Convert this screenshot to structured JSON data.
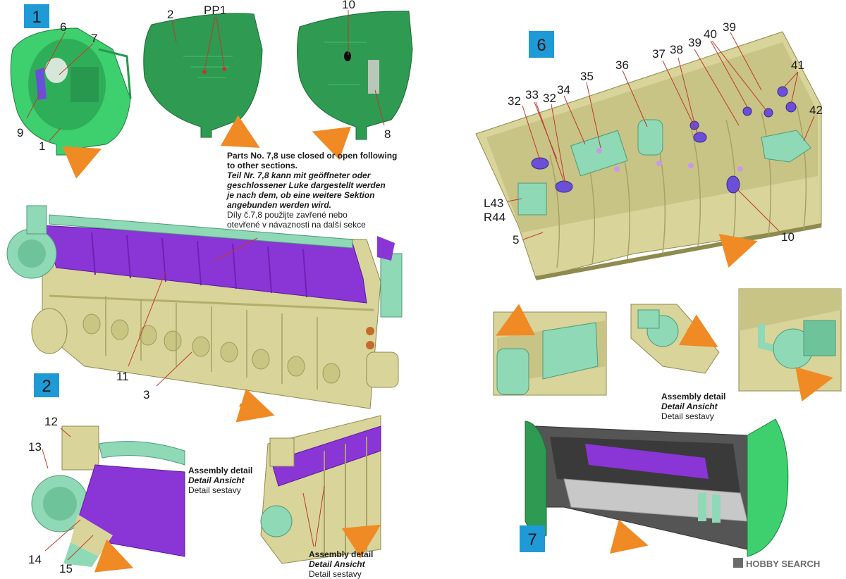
{
  "colors": {
    "green_light": "#3ecf6e",
    "green_dark": "#2e9a52",
    "mint": "#8fd9b6",
    "khaki": "#d8d49a",
    "khaki_dark": "#b3ae6c",
    "purple": "#8a35d6",
    "orange": "#f08a24",
    "step_box": "#1f9ad6",
    "grey": "#c8c8c8"
  },
  "steps": [
    {
      "id": "1",
      "label": "1"
    },
    {
      "id": "2",
      "label": "2"
    },
    {
      "id": "6",
      "label": "6"
    },
    {
      "id": "7",
      "label": "7"
    }
  ],
  "callouts": {
    "s1": [
      "6",
      "7",
      "9",
      "1",
      "2",
      "PP1",
      "10",
      "8"
    ],
    "s2": [
      "11",
      "3",
      "12",
      "13",
      "14",
      "15"
    ],
    "s6": [
      "32",
      "33",
      "32",
      "34",
      "35",
      "36",
      "37",
      "38",
      "39",
      "40",
      "39",
      "41",
      "42",
      "L43",
      "R44",
      "5",
      "10"
    ]
  },
  "notes": {
    "parts_note": {
      "en": [
        "Parts No. 7,8 use closed or open following",
        "to other sections."
      ],
      "de": [
        "Teil Nr. 7,8 kann mit geöffneter oder",
        "geschlossener Luke dargestellt werden",
        "je nach dem, ob eine weitere Sektion",
        "angebunden werden wird."
      ],
      "cz": [
        "Díly č.7,8 použijte zavřené nebo",
        "otevřené v návaznosti na další sekce"
      ]
    },
    "assembly": {
      "en": "Assembly detail",
      "de": "Detail Ansicht",
      "cz": "Detail sestavy"
    }
  },
  "watermark": {
    "text": "HOBBY SEARCH"
  }
}
